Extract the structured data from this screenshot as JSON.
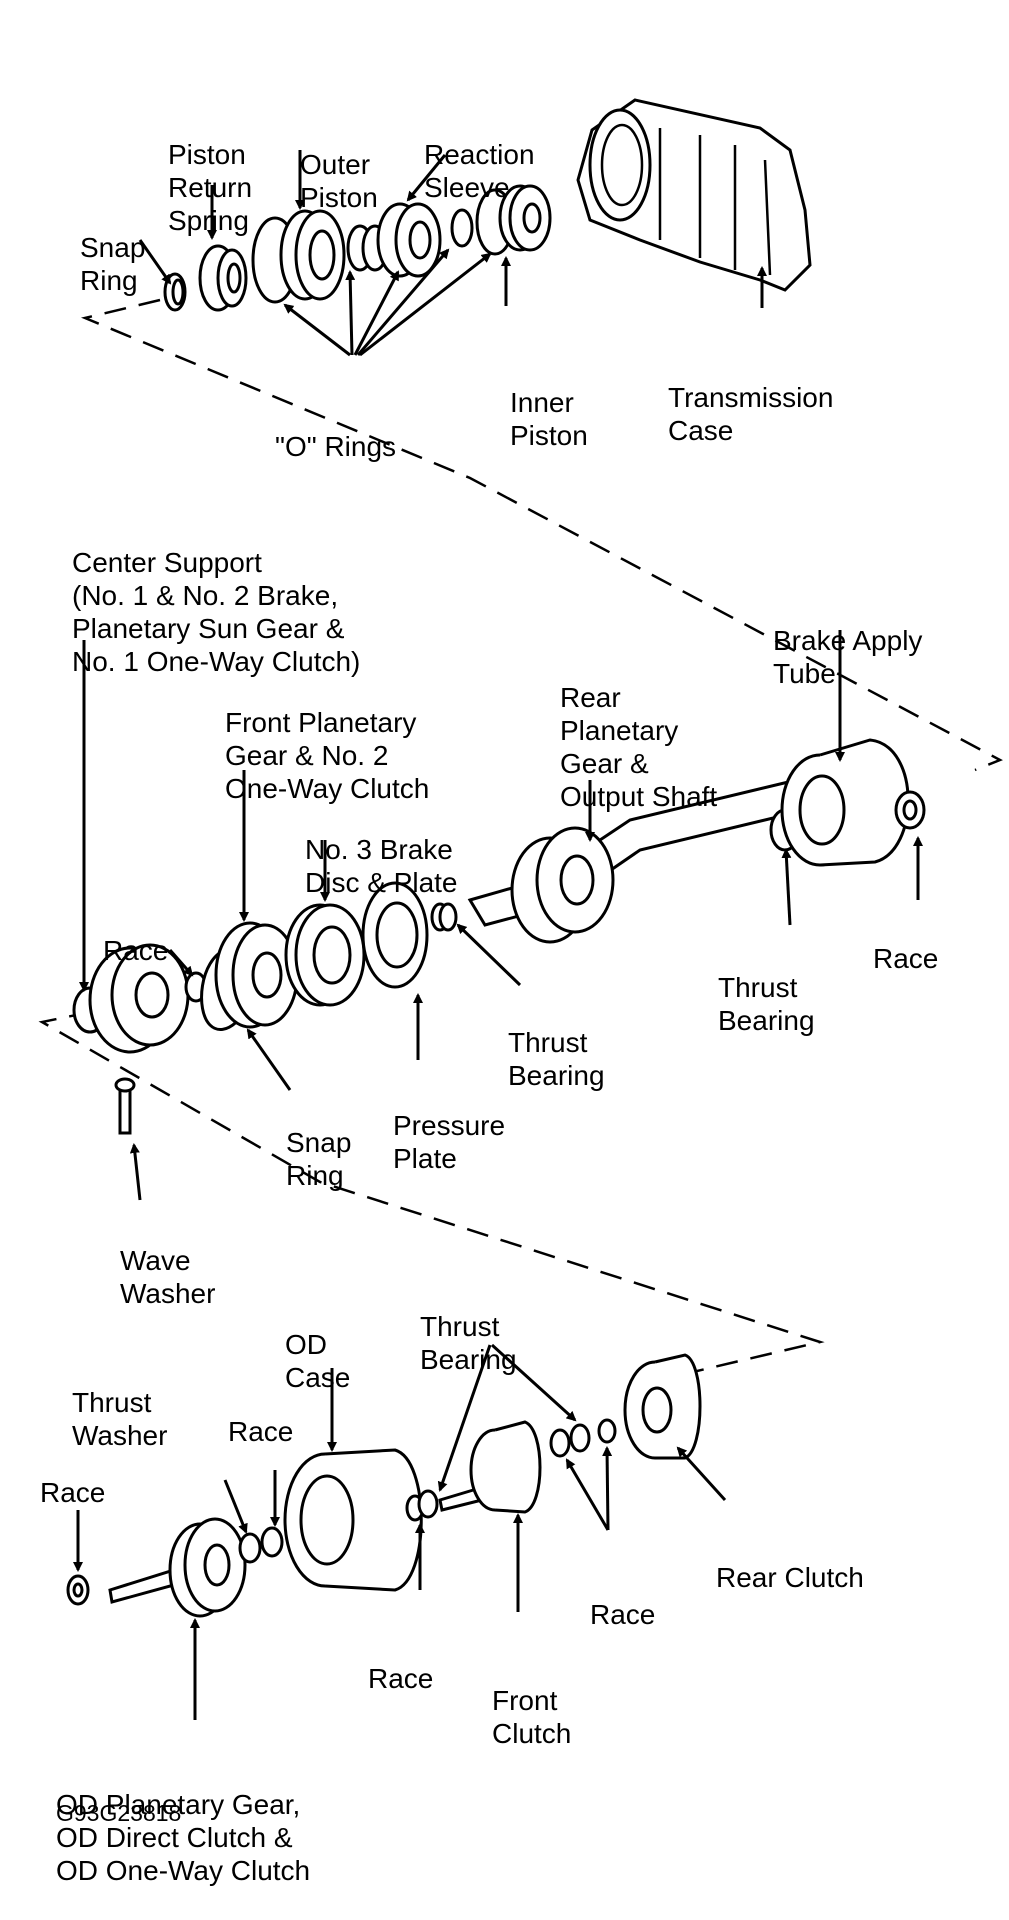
{
  "labels": {
    "snap_ring_top": [
      "Snap",
      "Ring"
    ],
    "piston_return_spring": [
      "Piston",
      "Return",
      "Spring"
    ],
    "outer_piston": [
      "Outer",
      "Piston"
    ],
    "reaction_sleeve": [
      "Reaction",
      "Sleeve"
    ],
    "o_rings": [
      "\"O\" Rings"
    ],
    "inner_piston": [
      "Inner",
      "Piston"
    ],
    "transmission_case": [
      "Transmission",
      "Case"
    ],
    "center_support": [
      "Center Support",
      "(No. 1 & No. 2 Brake,",
      "Planetary Sun Gear &",
      "No. 1 One-Way Clutch)"
    ],
    "front_planetary_gear": [
      "Front Planetary",
      "Gear & No. 2",
      "One-Way Clutch"
    ],
    "no3_brake_disc": [
      "No. 3 Brake",
      "Disc & Plate"
    ],
    "rear_planetary_gear": [
      "Rear",
      "Planetary",
      "Gear &",
      "Output Shaft"
    ],
    "brake_apply_tube": [
      "Brake Apply",
      "Tube"
    ],
    "race_mid_left": [
      "Race"
    ],
    "race_mid_right": [
      "Race"
    ],
    "thrust_bearing_mid_right": [
      "Thrust",
      "Bearing"
    ],
    "thrust_bearing_mid": [
      "Thrust",
      "Bearing"
    ],
    "snap_ring_mid": [
      "Snap",
      "Ring"
    ],
    "pressure_plate": [
      "Pressure",
      "Plate"
    ],
    "wave_washer": [
      "Wave",
      "Washer"
    ],
    "od_case": [
      "OD",
      "Case"
    ],
    "thrust_bearing_bottom": [
      "Thrust",
      "Bearing"
    ],
    "thrust_washer": [
      "Thrust",
      "Washer"
    ],
    "race_bottom_a": [
      "Race"
    ],
    "race_bottom_left": [
      "Race"
    ],
    "race_bottom_mid": [
      "Race"
    ],
    "race_bottom_right": [
      "Race"
    ],
    "front_clutch": [
      "Front",
      "Clutch"
    ],
    "rear_clutch": [
      "Rear Clutch"
    ],
    "od_planetary_gear": [
      "OD Planetary Gear,",
      "OD Direct Clutch &",
      "OD One-Way Clutch"
    ]
  },
  "figure_code": "G93G23818"
}
